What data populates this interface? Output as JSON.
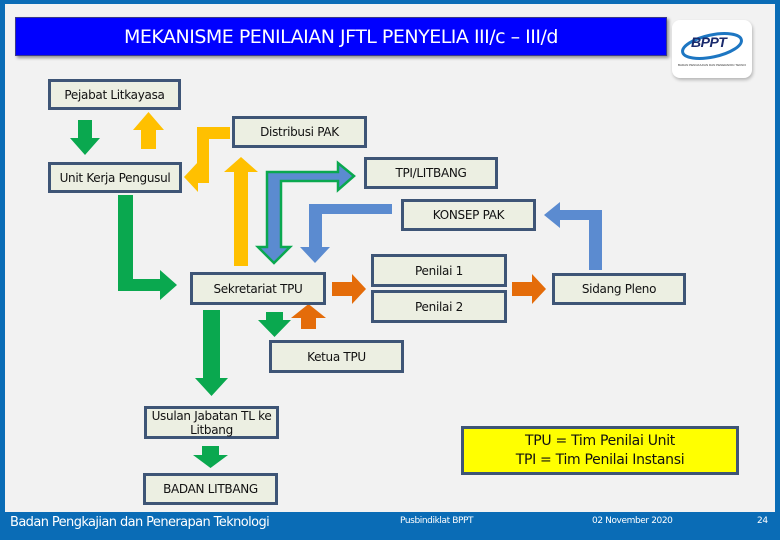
{
  "header": {
    "title": "MEKANISME PENILAIAN JFTL PENYELIA III/c – III/d",
    "logo_text": "BPPT",
    "logo_subtitle": "BADAN PENGKAJIAN DAN PENERAPAN TEKNOLOGI"
  },
  "nodes": {
    "pejabat_litkayasa": "Pejabat Litkayasa",
    "distribusi_pak": "Distribusi PAK",
    "unit_kerja_pengusul": "Unit Kerja Pengusul",
    "tpi_litbang": "TPI/LITBANG",
    "konsep_pak": "KONSEP PAK",
    "penilai_1": "Penilai 1",
    "penilai_2": "Penilai 2",
    "sekretariat_tpu": "Sekretariat TPU",
    "sidang_pleno": "Sidang Pleno",
    "ketua_tpu": "Ketua TPU",
    "usulan_jabatan": "Usulan Jabatan TL ke Litbang",
    "badan_litbang": "BADAN LITBANG"
  },
  "legend": {
    "line1": "TPU = Tim Penilai Unit",
    "line2": "TPI = Tim Penilai Instansi"
  },
  "colors": {
    "title_bg": "#0000ff",
    "frame": "#0a6cb6",
    "box_fill": "#ecefe2",
    "box_border": "#3e5576",
    "green_arrow": "#0aa84f",
    "yellow_arrow": "#ffc000",
    "blue_arrow": "#5b8bd0",
    "orange_arrow": "#e46c0a",
    "legend_bg": "#ffff00"
  },
  "footer": {
    "organization": "Badan Pengkajian dan Penerapan Teknologi",
    "unit": "Pusbindiklat BPPT",
    "date": "02 November 2020",
    "page": "24"
  }
}
